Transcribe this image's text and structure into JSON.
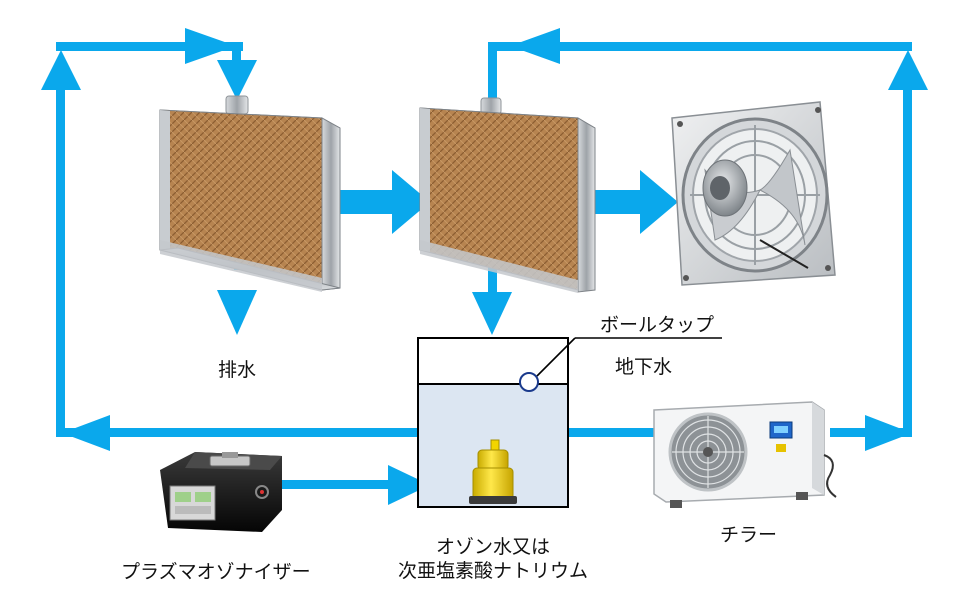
{
  "labels": {
    "drain": "排水",
    "ball_tap": "ボールタップ",
    "groundwater": "地下水",
    "chiller": "チラー",
    "plasma_ozonizer": "プラズマオゾナイザー",
    "ozone_line1": "オゾン水又は",
    "ozone_line2": "次亜塩素酸ナトリウム"
  },
  "colors": {
    "flow_arrow": "#0aa8ec",
    "pad_fill": "#b78450",
    "frame": "#a9adb2",
    "tank_water": "#dce6f2",
    "pump": "#f2d500"
  },
  "icons": {
    "cooling_pad": "cooling-pad-icon",
    "fan": "exhaust-fan-icon",
    "chiller_unit": "chiller-icon",
    "ozonizer": "ozonizer-icon",
    "pump": "submersible-pump-icon",
    "float_valve": "ball-tap-icon"
  }
}
